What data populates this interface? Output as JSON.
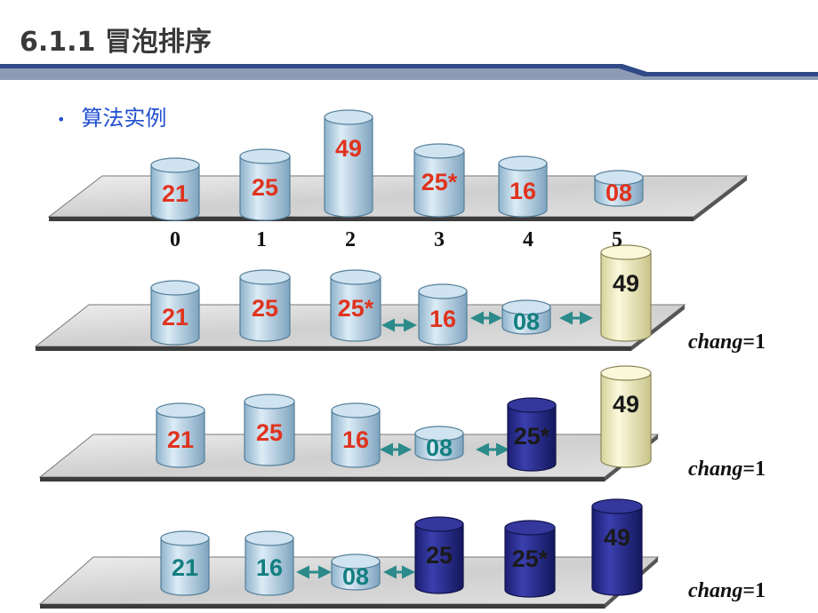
{
  "title": "6.1.1 冒泡排序",
  "bullet": "算法实例",
  "colors": {
    "light_cylinder": "#b8d6e8",
    "yellow_cylinder": "#f3f0c3",
    "dark_cylinder": "#262a8c",
    "red_text": "#e0331f",
    "teal_text": "#137f80",
    "dark_text": "#1a1a1a",
    "header_blue": "#2f4a86"
  },
  "index_labels": [
    "0",
    "1",
    "2",
    "3",
    "4",
    "5"
  ],
  "rows": [
    {
      "cylinders": [
        {
          "label": "21",
          "style": "light",
          "text": "red"
        },
        {
          "label": "25",
          "style": "light",
          "text": "red"
        },
        {
          "label": "49",
          "style": "light",
          "text": "red"
        },
        {
          "label": "25*",
          "style": "light",
          "text": "red"
        },
        {
          "label": "16",
          "style": "light",
          "text": "red"
        },
        {
          "label": "08",
          "style": "light",
          "text": "red"
        }
      ]
    },
    {
      "cylinders": [
        {
          "label": "21",
          "style": "light",
          "text": "red"
        },
        {
          "label": "25",
          "style": "light",
          "text": "red"
        },
        {
          "label": "25*",
          "style": "light",
          "text": "red"
        },
        {
          "label": "16",
          "style": "light",
          "text": "red"
        },
        {
          "label": "08",
          "style": "light",
          "text": "teal"
        },
        {
          "label": "49",
          "style": "yellow",
          "text": "dark"
        }
      ],
      "swap_arrows": 3,
      "chang": {
        "var": "chang",
        "value": "=1"
      }
    },
    {
      "cylinders": [
        {
          "label": "21",
          "style": "light",
          "text": "red"
        },
        {
          "label": "25",
          "style": "light",
          "text": "red"
        },
        {
          "label": "16",
          "style": "light",
          "text": "red"
        },
        {
          "label": "08",
          "style": "light",
          "text": "teal"
        },
        {
          "label": "25*",
          "style": "dark",
          "text": "dark"
        },
        {
          "label": "49",
          "style": "yellow",
          "text": "dark"
        }
      ],
      "swap_arrows": 2,
      "chang": {
        "var": "chang",
        "value": "=1"
      }
    },
    {
      "cylinders": [
        {
          "label": "21",
          "style": "light",
          "text": "teal"
        },
        {
          "label": "16",
          "style": "light",
          "text": "teal"
        },
        {
          "label": "08",
          "style": "light",
          "text": "teal"
        },
        {
          "label": "25",
          "style": "dark",
          "text": "dark"
        },
        {
          "label": "25*",
          "style": "dark",
          "text": "dark"
        },
        {
          "label": "49",
          "style": "dark",
          "text": "dark"
        }
      ],
      "swap_arrows": 2,
      "chang": {
        "var": "chang",
        "value": "=1"
      }
    }
  ]
}
